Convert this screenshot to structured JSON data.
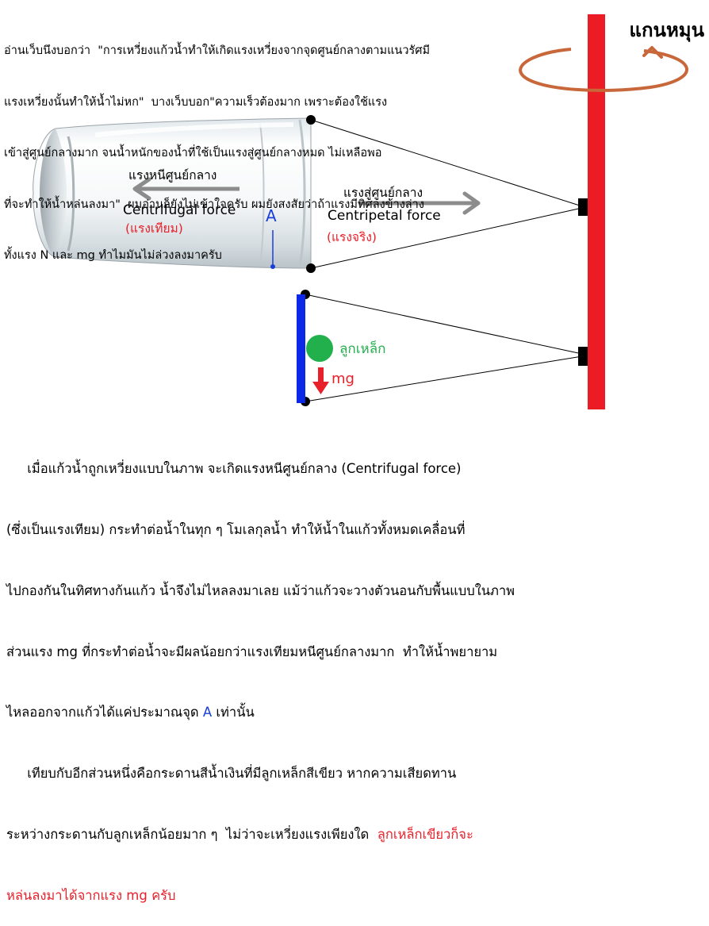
{
  "intro_lines": [
    "อ่านเว็บนึงบอกว่า  \"การเหวี่ยงแก้วน้ำทำให้เกิดแรงเหวี่ยงจากจุดศูนย์กลางตามแนวรัศมี",
    "แรงเหวี่ยงนั้นทำให้น้ำไม่หก\"  บางเว็บบอก\"ความเร็วต้องมาก เพราะต้องใช้แรง",
    "เข้าสู่ศูนย์กลางมาก จนน้ำหนักของน้ำที่ใช้เป็นแรงสู่ศูนย์กลางหมด ไม่เหลือพอ",
    "ที่จะทำให้น้ำหล่นลงมา\"  ผมอ่านก็ยังไม่เข้าใจครับ ผมยังสงสัยว่าถ้าแรงมีทิศลงข้างล่าง",
    "ทั้งแรง N และ mg ทำไมมันไม่ล่วงลงมาครับ"
  ],
  "axis_label": "แกนหมุน",
  "centrifugal": {
    "thai": "แรงหนีศูนย์กลาง",
    "english": "Centrifugal force",
    "note": "(แรงเทียม)"
  },
  "centripetal": {
    "thai": "แรงสู่ศูนย์กลาง",
    "english": "Centripetal force",
    "note": "(แรงจริง)"
  },
  "point_a_label": "A",
  "ball_label": "ลูกเหล็ก",
  "mg_label": "mg",
  "explanation": {
    "line1": "     เมื่อแก้วน้ำถูกเหวี่ยงแบบในภาพ จะเกิดแรงหนีศูนย์กลาง (Centrifugal force)",
    "line2": "(ซึ่งเป็นแรงเทียม) กระทำต่อน้ำในทุก ๆ โมเลกุลน้ำ ทำให้น้ำในแก้วทั้งหมดเคลื่อนที่",
    "line3": "ไปกองกันในทิศทางก้นแก้ว น้ำจึงไม่ไหลลงมาเลย แม้ว่าแก้วจะวางตัวนอนกับพื้นแบบในภาพ",
    "line4": "ส่วนแรง mg ที่กระทำต่อน้ำจะมีผลน้อยกว่าแรงเทียมหนีศูนย์กลางมาก  ทำให้น้ำพยายาม",
    "line5_pre": "ไหลออกจากแก้วได้แค่ประมาณจุด ",
    "line5_a": "A",
    "line5_post": " เท่านั้น",
    "line6": "     เทียบกับอีกส่วนหนึ่งคือกระดานสีน้ำเงินที่มีลูกเหล็กสีเขียว หากความเสียดทาน",
    "line7_pre": "ระหว่างกระดานกับลูกเหล็กน้อยมาก ๆ  ไม่ว่าจะเหวี่ยงแรงเพียงใด  ",
    "line7_red": "ลูกเหล็กเขียวก็จะ",
    "line8_red": "หล่นลงมาได้จากแรง mg ครับ"
  },
  "colors": {
    "axis": "#ec1c24",
    "board": "#0b27e8",
    "ball": "#22b04c",
    "rotation_arrow": "#c8683a",
    "force_arrow": "#8c8c8c",
    "mg_arrow": "#e8202a",
    "label_red": "#e8202a",
    "label_blue": "#1a3fd8",
    "label_green": "#22b04c"
  },
  "icons": {
    "rotation": "curved-rotation-arrow-icon",
    "centrifugal": "left-arrow-icon",
    "centripetal": "right-arrow-icon",
    "mg": "down-arrow-icon"
  }
}
